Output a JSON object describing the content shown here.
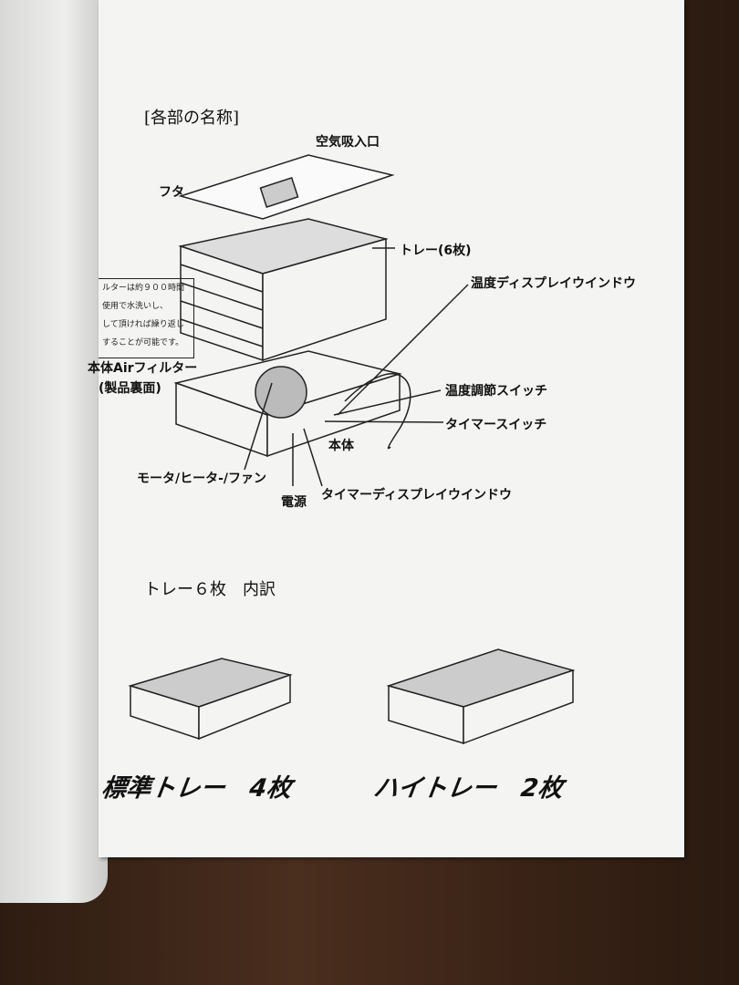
{
  "section_title": "[各部の名称]",
  "labels": {
    "air_intake": "空気吸入口",
    "lid": "フタ",
    "tray": "トレー(6枚)",
    "temp_display": "温度ディスプレイウインドウ",
    "air_filter": "本体Airフィルター",
    "air_filter_note": "(製品裏面)",
    "temp_switch": "温度調節スイッチ",
    "timer_switch": "タイマースイッチ",
    "body": "本体",
    "motor": "モータ/ヒータ-/ファン",
    "power": "電源",
    "timer_display": "タイマーディスプレイウインドウ"
  },
  "filter_note_lines": [
    "ルターは約９００時間",
    "使用で水洗いし、",
    "して頂ければ繰り返し",
    "することが可能です。"
  ],
  "tray_breakdown_title": "トレー６枚　内訳",
  "standard_tray": "標準トレー　4枚",
  "high_tray": "ハイトレー　2枚"
}
